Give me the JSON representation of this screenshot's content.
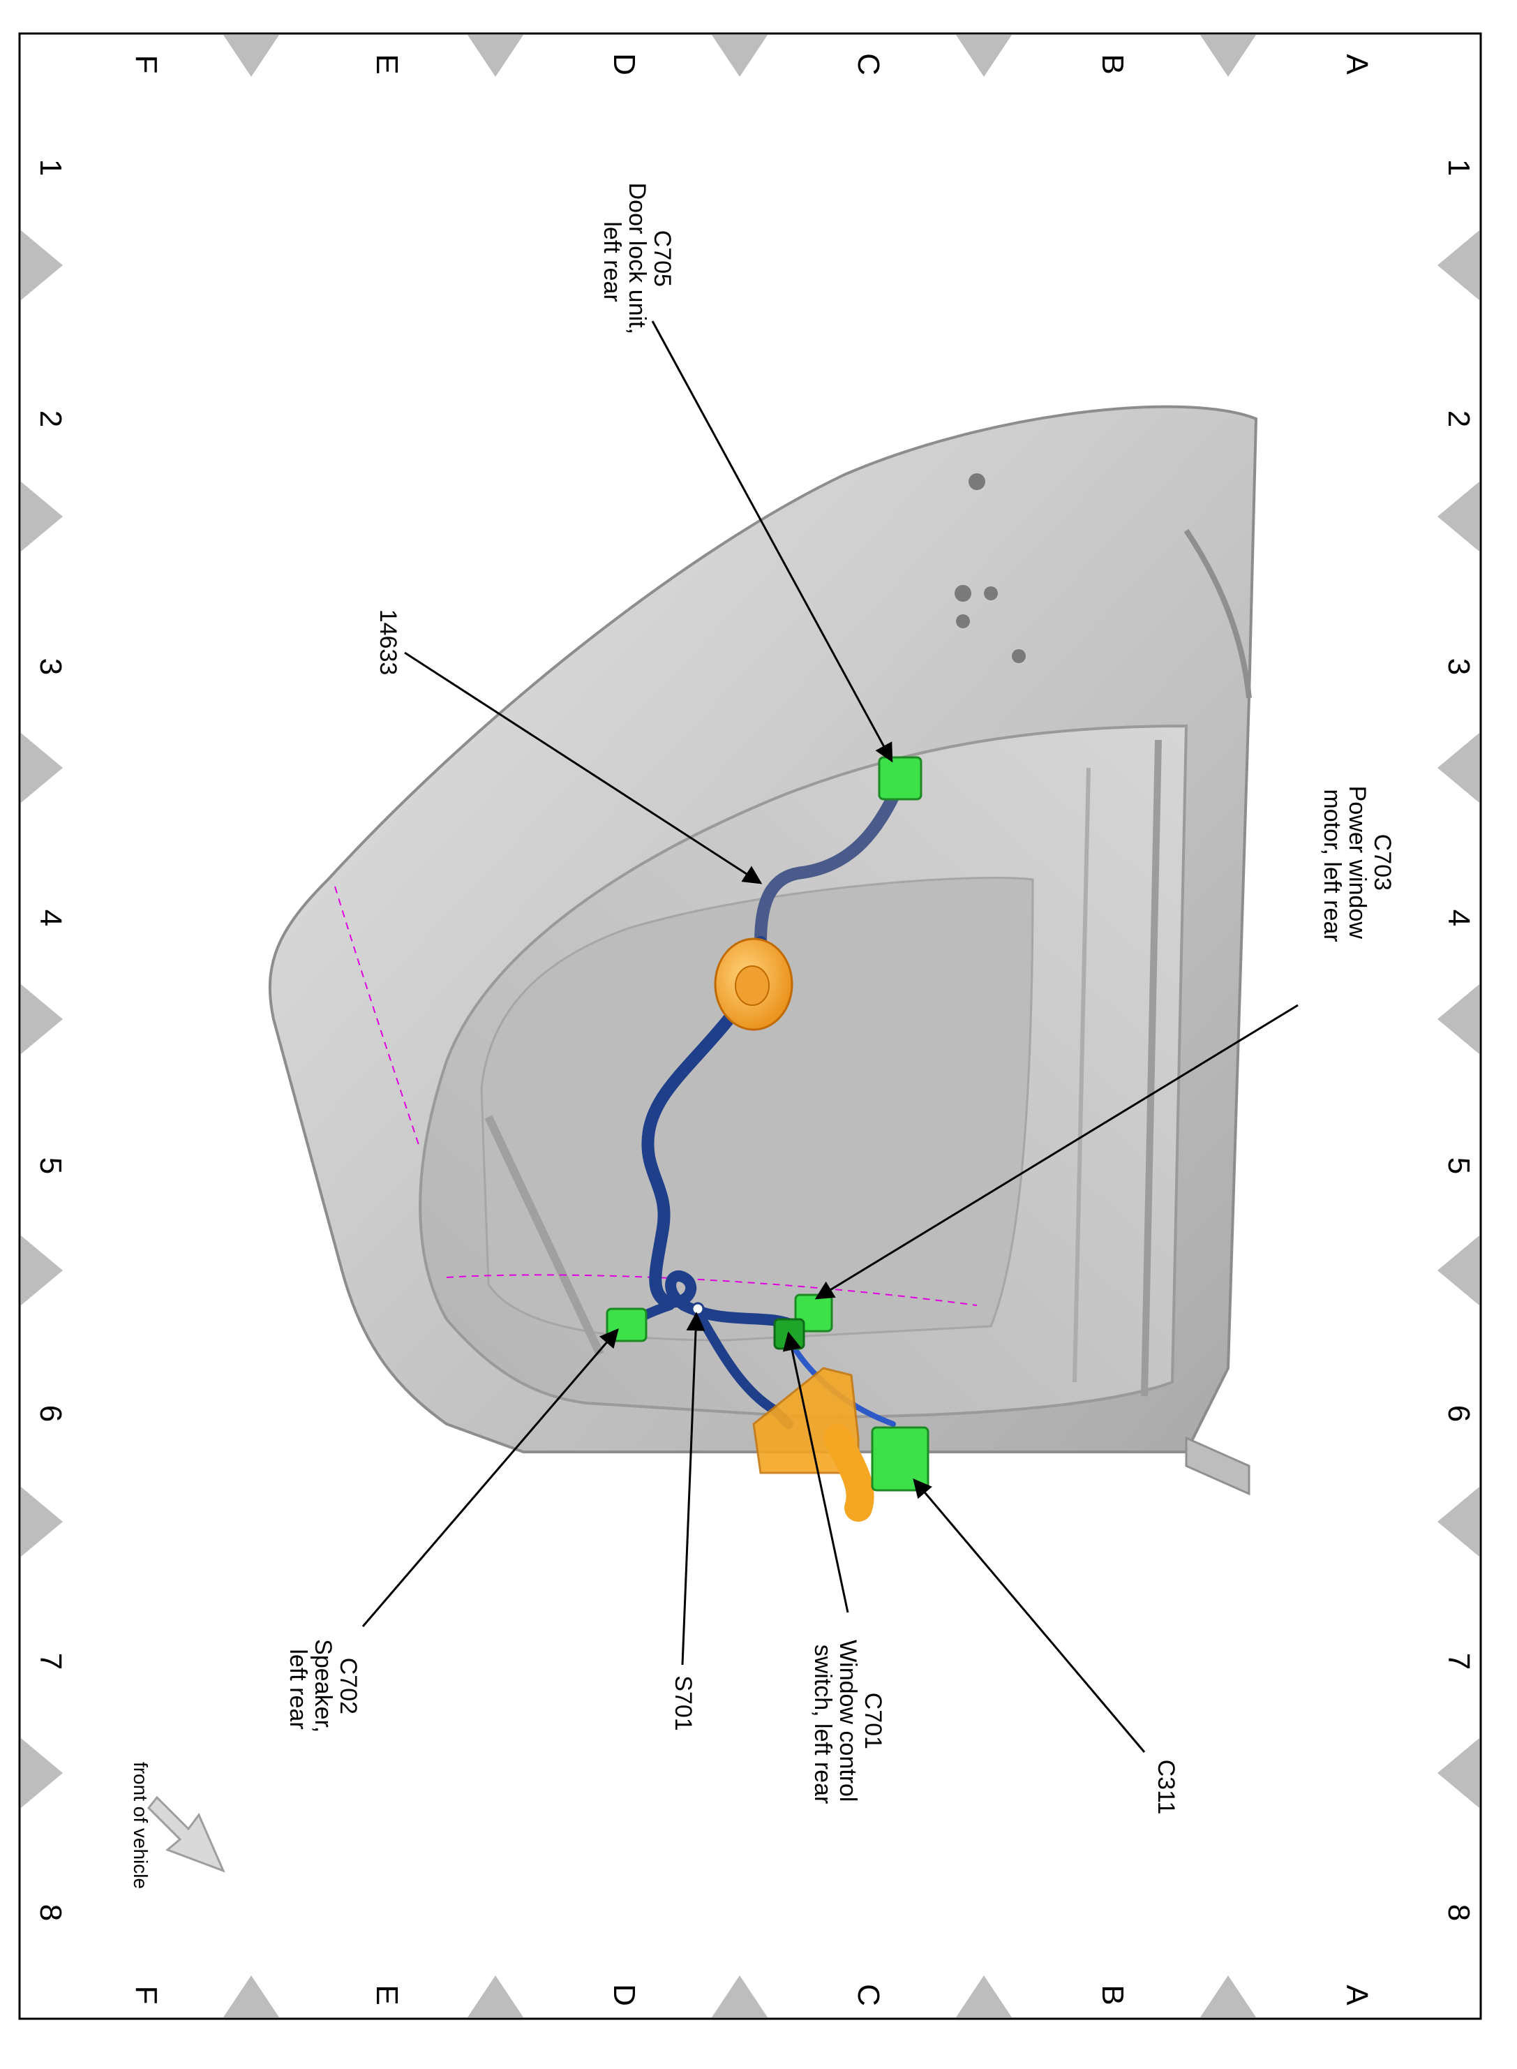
{
  "grid": {
    "rows": [
      "A",
      "B",
      "C",
      "D",
      "E",
      "F"
    ],
    "columns": [
      "1",
      "2",
      "3",
      "4",
      "5",
      "6",
      "7",
      "8"
    ]
  },
  "callouts": [
    {
      "id": "c705",
      "lines": [
        "C705",
        "Door lock unit,",
        "left rear"
      ]
    },
    {
      "id": "c703",
      "lines": [
        "C703",
        "Power window",
        "motor, left rear"
      ]
    },
    {
      "id": "h14633",
      "lines": [
        "14633"
      ]
    },
    {
      "id": "c311",
      "lines": [
        "C311"
      ]
    },
    {
      "id": "c701",
      "lines": [
        "C701",
        "Window control",
        "switch, left rear"
      ]
    },
    {
      "id": "s701",
      "lines": [
        "S701"
      ]
    },
    {
      "id": "c702",
      "lines": [
        "C702",
        "Speaker,",
        "left rear"
      ]
    }
  ],
  "front_indicator": "front of vehicle",
  "colors": {
    "door_panel": "#c9c9c9",
    "door_edge": "#9a9a9a",
    "harness": "#1f3f8a",
    "connector": "#3ee04a",
    "grommet": "#f5a623",
    "border_triangle": "#bdbdbd"
  }
}
